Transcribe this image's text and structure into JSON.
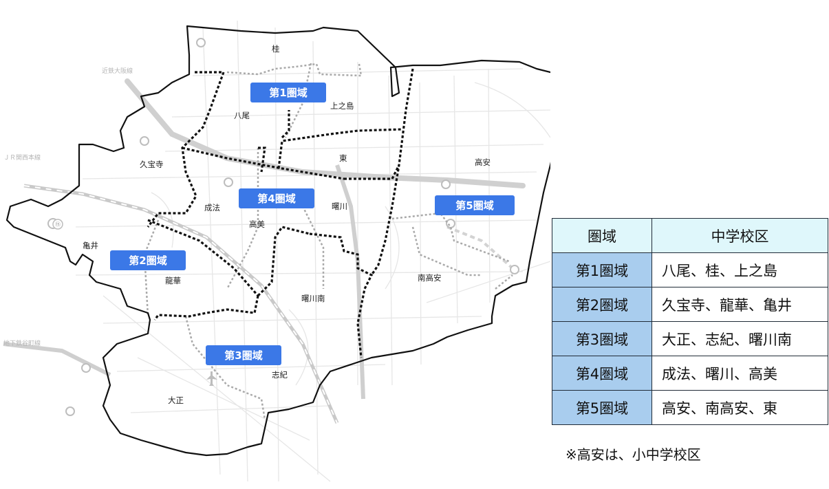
{
  "map": {
    "zone_labels": [
      "第1圏域",
      "第2圏域",
      "第3圏域",
      "第4圏域",
      "第5圏域"
    ],
    "districts": [
      "桂",
      "上之島",
      "八尾",
      "東",
      "高安",
      "久宝寺",
      "成法",
      "高美",
      "曙川",
      "亀井",
      "龍華",
      "南高安",
      "曙川南",
      "志紀",
      "大正"
    ],
    "line_labels": [
      "近鉄大阪線",
      "ＪＲ関西本線",
      "地下鉄谷町線"
    ],
    "road_marker": "⑮"
  },
  "legend": {
    "headers": [
      "圏域",
      "中学校区"
    ],
    "rows": [
      {
        "zone": "第1圏域",
        "schools": "八尾、桂、上之島"
      },
      {
        "zone": "第2圏域",
        "schools": "久宝寺、龍華、亀井"
      },
      {
        "zone": "第3圏域",
        "schools": "大正、志紀、曙川南"
      },
      {
        "zone": "第4圏域",
        "schools": "成法、曙川、高美"
      },
      {
        "zone": "第5圏域",
        "schools": "高安、南高安、東"
      }
    ]
  },
  "note": "※高安は、小中学校区",
  "colors": {
    "badge": "#3b78e7",
    "legend_header": "#dff7fb",
    "legend_zone": "#a9cdee"
  }
}
